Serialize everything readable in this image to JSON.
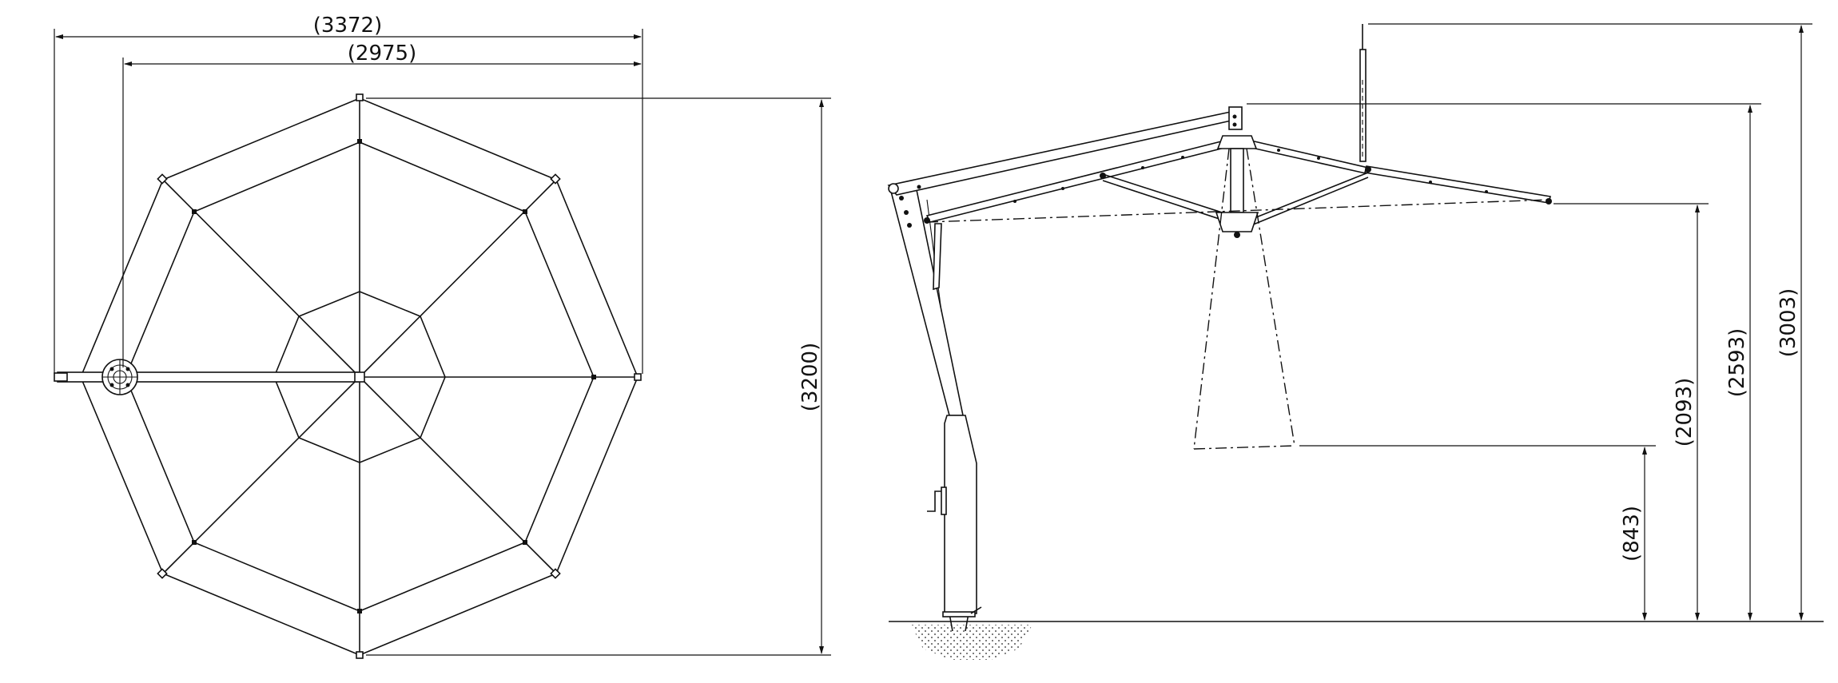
{
  "top_view": {
    "dim_overall_width": "(3372)",
    "dim_canopy_width": "(2975)",
    "dim_depth": "(3200)"
  },
  "side_view": {
    "dim_total_height": "(3003)",
    "dim_canopy_top": "(2593)",
    "dim_canopy_edge": "(2093)",
    "dim_light_bottom": "(843)"
  }
}
